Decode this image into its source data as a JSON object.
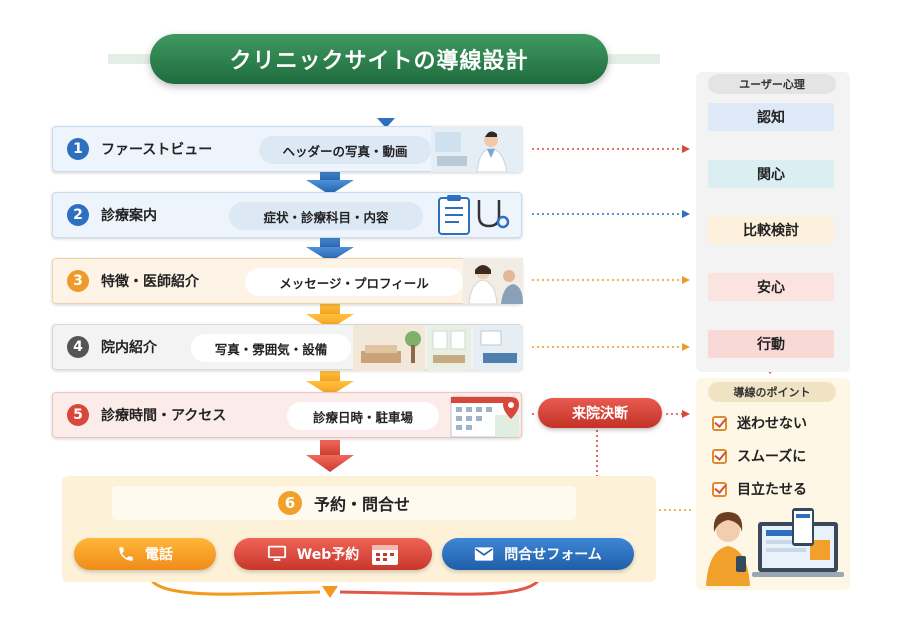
{
  "title": "クリニックサイトの導線設計",
  "steps": [
    {
      "num": "1",
      "label": "ファーストビュー",
      "tag": "ヘッダーの写真・動画",
      "color": "#2f6fbf",
      "bg": "#eef4fb"
    },
    {
      "num": "2",
      "label": "診療案内",
      "tag": "症状・診療科目・内容",
      "color": "#2f6fbf",
      "bg": "#eef4fb"
    },
    {
      "num": "3",
      "label": "特徴・医師紹介",
      "tag": "メッセージ・プロフィール",
      "color": "#ef9b2c",
      "bg": "#fdf3e6"
    },
    {
      "num": "4",
      "label": "院内紹介",
      "tag": "写真・雰囲気・設備",
      "color": "#555555",
      "bg": "#f3f3f3"
    },
    {
      "num": "5",
      "label": "診療時間・アクセス",
      "tag": "診療日時・駐車場",
      "color": "#d9473c",
      "bg": "#fbecea"
    }
  ],
  "psychology": {
    "heading": "ユーザー心理",
    "stages": [
      "認知",
      "関心",
      "比較検討",
      "安心",
      "行動"
    ]
  },
  "decision_label": "来院決断",
  "points": {
    "heading": "導線のポイント",
    "items": [
      "迷わせない",
      "スムーズに",
      "目立たせる"
    ]
  },
  "final": {
    "num": "6",
    "label": "予約・問合せ",
    "buttons": [
      "電話",
      "Web予約",
      "問合せフォーム"
    ]
  },
  "colors": {
    "blue": "#2f6fbf",
    "orange": "#f2a02c",
    "red": "#d9473c",
    "green": "#2f8a52"
  }
}
